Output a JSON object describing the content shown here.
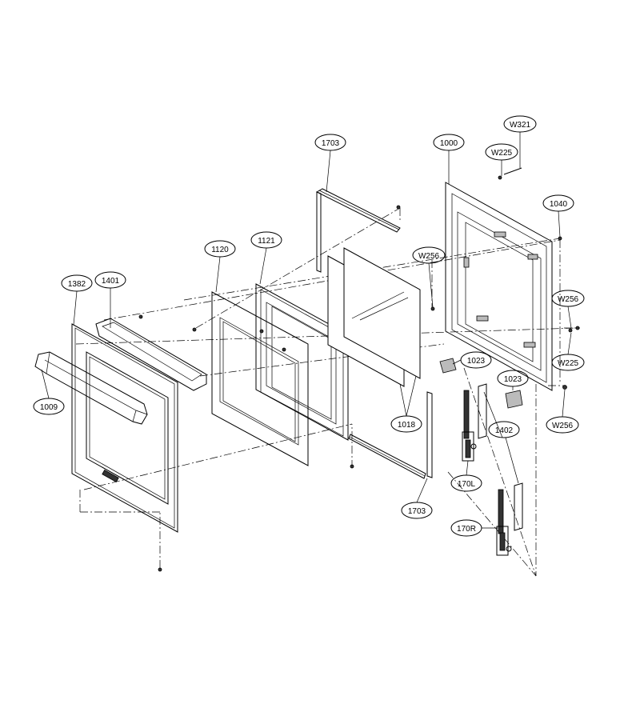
{
  "diagram": {
    "callouts": {
      "c1703a": "1703",
      "c1000": "1000",
      "cW321": "W321",
      "cW225a": "W225",
      "c1040": "1040",
      "cW256a": "W256",
      "c1120": "1120",
      "c1121": "1121",
      "c1382": "1382",
      "c1401": "1401",
      "cW256b": "W256",
      "c1023a": "1023",
      "cW225b": "W225",
      "c1023b": "1023",
      "c1009": "1009",
      "c1018": "1018",
      "cW256c": "W256",
      "c1402": "1402",
      "c170L": "170L",
      "c1703b": "1703",
      "c170R": "170R"
    }
  }
}
